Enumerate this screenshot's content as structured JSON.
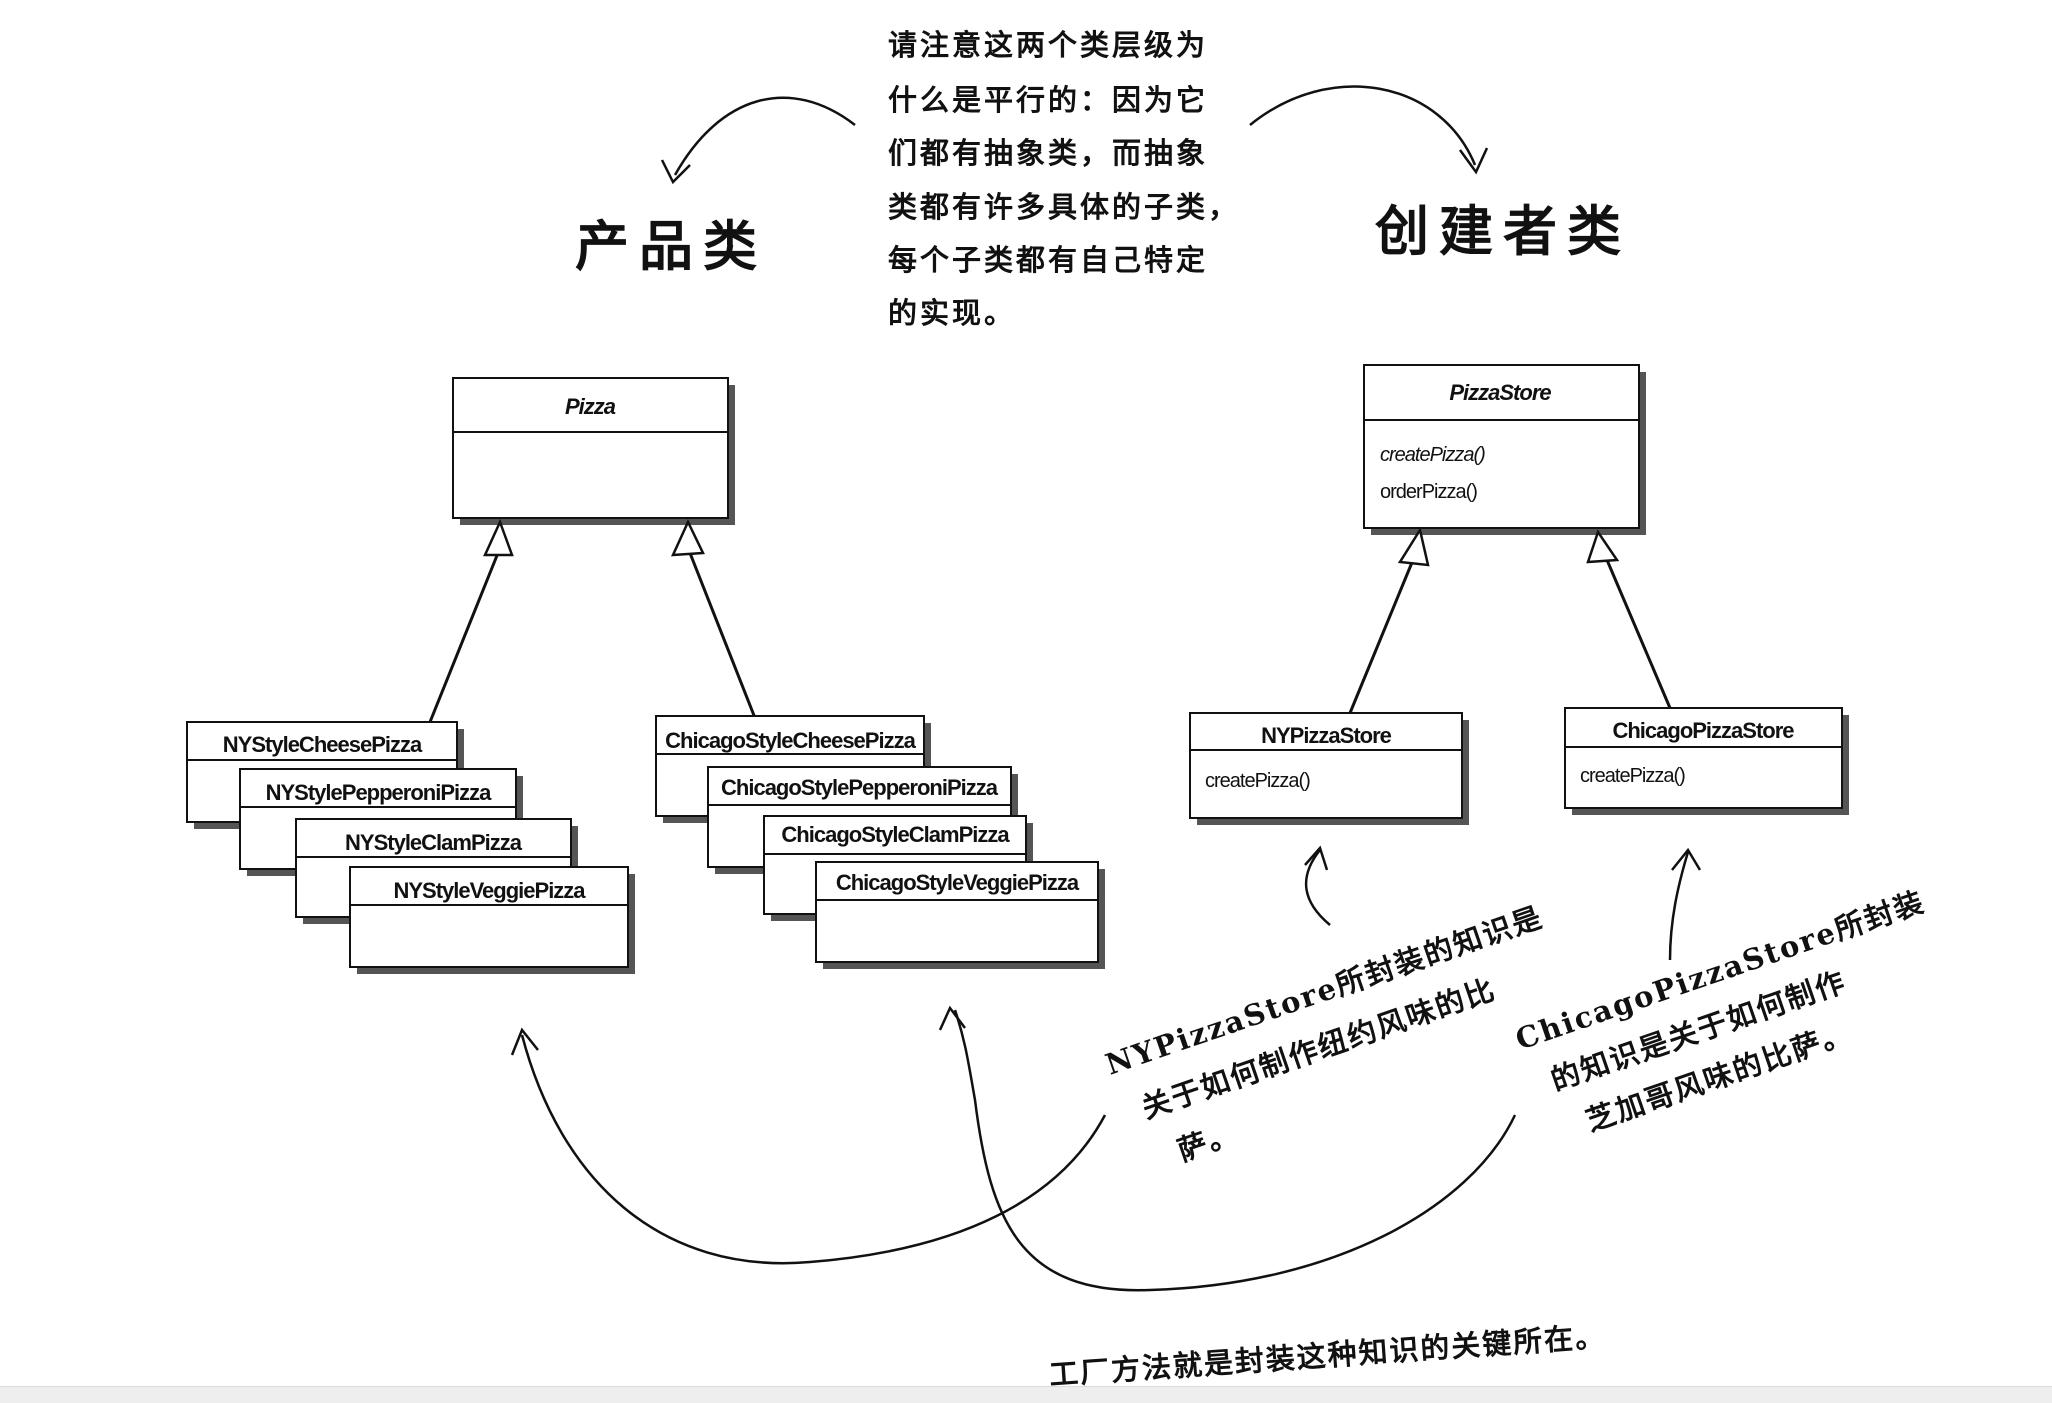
{
  "headings": {
    "product": "产品类",
    "creator": "创建者类"
  },
  "top_note": {
    "lines": [
      "请注意这两个类层级为",
      "什么是平行的：因为它",
      "们都有抽象类，而抽象",
      "类都有许多具体的子类，",
      "每个子类都有自己特定",
      "的实现。"
    ]
  },
  "product": {
    "base": {
      "name": "Pizza"
    },
    "ny_group": [
      {
        "name": "NYStyleCheesePizza"
      },
      {
        "name": "NYStylePepperoniPizza"
      },
      {
        "name": "NYStyleClamPizza"
      },
      {
        "name": "NYStyleVeggiePizza"
      }
    ],
    "chicago_group": [
      {
        "name": "ChicagoStyleCheesePizza"
      },
      {
        "name": "ChicagoStylePepperoniPizza"
      },
      {
        "name": "ChicagoStyleClamPizza"
      },
      {
        "name": "ChicagoStyleVeggiePizza"
      }
    ]
  },
  "creator": {
    "base": {
      "name": "PizzaStore",
      "methods": [
        "createPizza()",
        "orderPizza()"
      ]
    },
    "ny": {
      "name": "NYPizzaStore",
      "methods": [
        "createPizza()"
      ]
    },
    "chicago": {
      "name": "ChicagoPizzaStore",
      "methods": [
        "createPizza()"
      ]
    }
  },
  "ny_note": {
    "lines": [
      "NYPizzaStore所封装的知识是",
      "关于如何制作纽约风味的比",
      "萨。"
    ]
  },
  "chicago_note": {
    "lines": [
      "ChicagoPizzaStore所封装",
      "的知识是关于如何制作",
      "芝加哥风味的比萨。"
    ]
  },
  "bottom_note": "工厂方法就是封装这种知识的关键所在。"
}
